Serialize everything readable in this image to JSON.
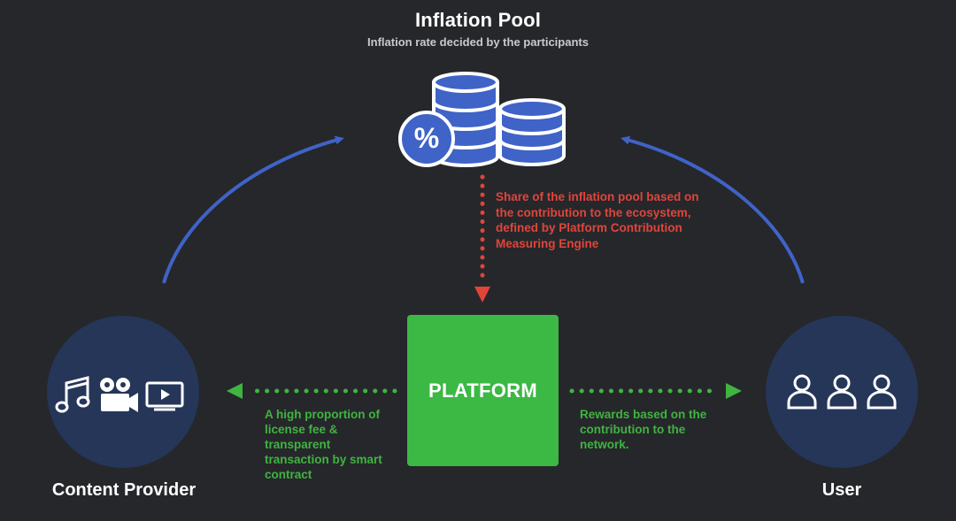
{
  "title": "Inflation Pool",
  "subtitle": "Inflation rate decided by the participants",
  "inflation_note": "Share of the inflation pool based on the contribution to the ecosystem, defined by Platform Contribution Measuring Engine",
  "platform_label": "PLATFORM",
  "content_provider": {
    "label": "Content Provider",
    "note": "A high proportion of license fee & transparent transaction by smart contract",
    "icons": [
      "music-icon",
      "video-camera-icon",
      "tv-icon"
    ]
  },
  "user": {
    "label": "User",
    "note": "Rewards based on the contribution to the network.",
    "icons": [
      "person-icon",
      "person-icon",
      "person-icon"
    ]
  },
  "coin_symbol": "%",
  "colors": {
    "background": "#26272b",
    "accent_blue": "#3f63c7",
    "platform_green": "#3cb845",
    "note_red": "#e0453a",
    "note_green": "#3fb440",
    "circle_navy": "#253659"
  }
}
